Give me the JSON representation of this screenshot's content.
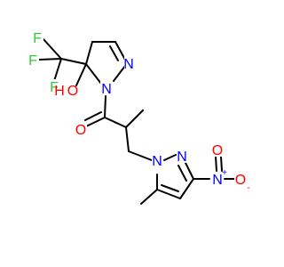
{
  "colors": {
    "bond": "#000000",
    "carbon": "#000000",
    "oxygen": "#ff0000",
    "nitrogen": "#0000ff",
    "fluorine": "#33cc33"
  },
  "labels": {
    "F1": "F",
    "F2": "F",
    "F3": "F",
    "OH_O": "O",
    "OH_H": "H",
    "N_ring_a": "N",
    "N_ring_b": "N",
    "O_ketone": "O",
    "N_pz1": "N",
    "N_pz2": "N",
    "N_nitro": "N",
    "N_nitro_charge": "+",
    "O_nitro_top": "O",
    "O_nitro_bot": "O",
    "O_nitro_charge": "-"
  }
}
